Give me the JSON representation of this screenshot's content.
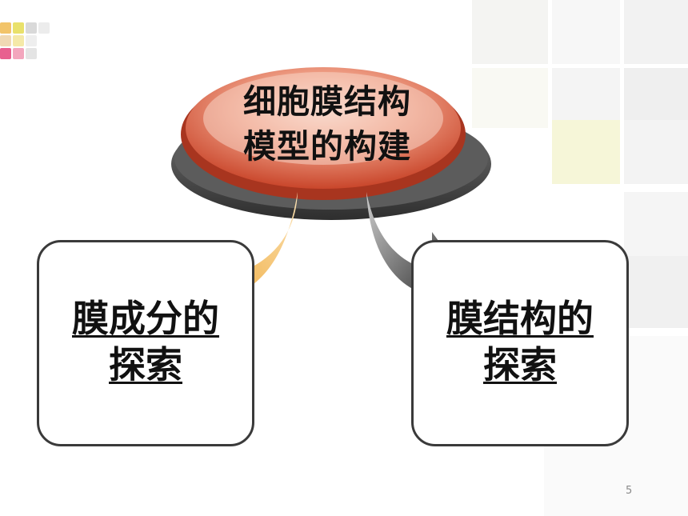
{
  "diagram": {
    "center_node": {
      "line1": "细胞膜结构",
      "line2": "模型的构建"
    },
    "left_node": {
      "line1": "膜成分的",
      "line2": "探索"
    },
    "right_node": {
      "line1": "膜结构的",
      "line2": "探索"
    },
    "colors": {
      "center_fill": "#d9583c",
      "center_highlight": "#f6d2c4",
      "base_shadow": "#4a4a4a",
      "left_arrow": "#f0b13c",
      "right_arrow": "#3c3c3c",
      "box_border": "#3a3a3a"
    }
  },
  "footer": {
    "page_number": "5"
  }
}
